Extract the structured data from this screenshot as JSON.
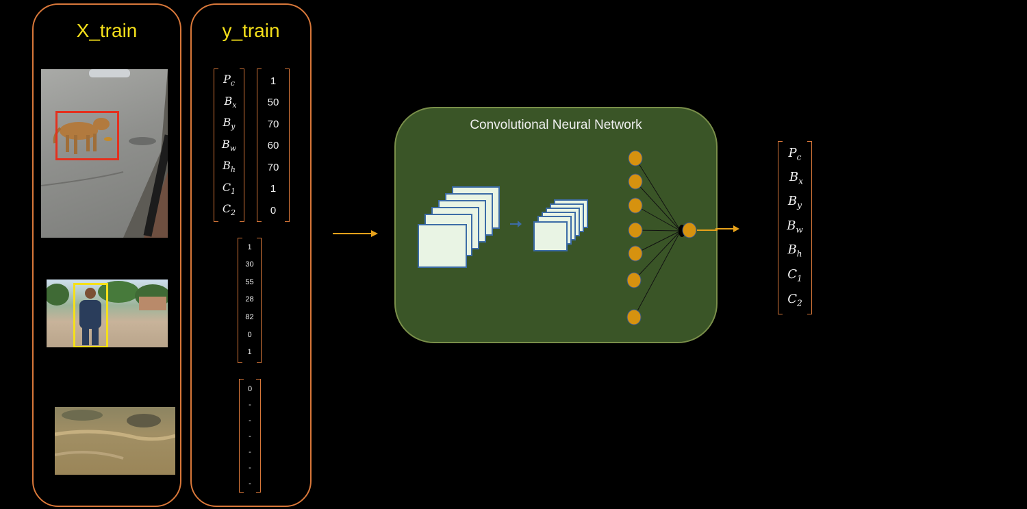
{
  "x_train": {
    "title": "X_train",
    "images": [
      {
        "subject": "dog",
        "box_color": "#e4301e"
      },
      {
        "subject": "person",
        "box_color": "#f5e01a"
      },
      {
        "subject": "empty ground",
        "box_color": null
      }
    ]
  },
  "y_train": {
    "title": "y_train",
    "labels": [
      {
        "symbol": "P",
        "sub": "c"
      },
      {
        "symbol": "B",
        "sub": "x"
      },
      {
        "symbol": "B",
        "sub": "y"
      },
      {
        "symbol": "B",
        "sub": "w"
      },
      {
        "symbol": "B",
        "sub": "h"
      },
      {
        "symbol": "C",
        "sub": "1"
      },
      {
        "symbol": "C",
        "sub": "2"
      }
    ],
    "vector_dog": [
      "1",
      "50",
      "70",
      "60",
      "70",
      "1",
      "0"
    ],
    "vector_person": [
      "1",
      "30",
      "55",
      "28",
      "82",
      "0",
      "1"
    ],
    "vector_empty": [
      "0",
      "-",
      "-",
      "-",
      "-",
      "-",
      "-"
    ]
  },
  "cnn": {
    "title": "Convolutional Neural Network",
    "icons": [
      "feature-map-stack-icon",
      "arrow-right-icon",
      "fully-connected-neuron-icon"
    ]
  },
  "output": {
    "labels": [
      {
        "symbol": "P",
        "sub": "c"
      },
      {
        "symbol": "B",
        "sub": "x"
      },
      {
        "symbol": "B",
        "sub": "y"
      },
      {
        "symbol": "B",
        "sub": "w"
      },
      {
        "symbol": "B",
        "sub": "h"
      },
      {
        "symbol": "C",
        "sub": "1"
      },
      {
        "symbol": "C",
        "sub": "2"
      }
    ]
  },
  "colors": {
    "background": "#000000",
    "panel_border": "#d9783a",
    "title": "#f5e01a",
    "cnn_fill": "#3a5527",
    "neuron": "#d6920f",
    "arrow": "#e8a21b",
    "dog_box": "#e4301e",
    "person_box": "#f5e01a"
  }
}
